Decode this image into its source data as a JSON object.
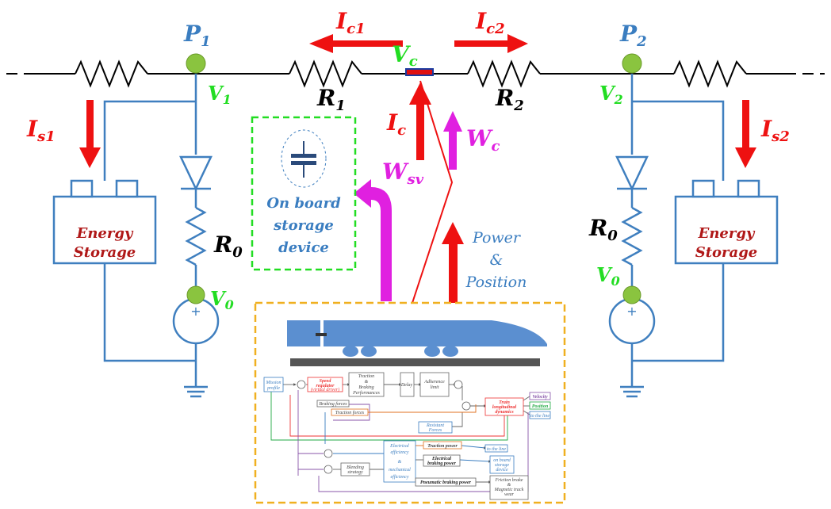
{
  "labels": {
    "p1": "P",
    "p1_sub": "1",
    "p2": "P",
    "p2_sub": "2",
    "v1": "V",
    "v1_sub": "1",
    "v2": "V",
    "v2_sub": "2",
    "vc": "V",
    "vc_sub": "c",
    "v0_left": "V",
    "v0_left_sub": "0",
    "v0_right": "V",
    "v0_right_sub": "0",
    "r1": "R",
    "r1_sub": "1",
    "r2": "R",
    "r2_sub": "2",
    "r0_left": "R",
    "r0_left_sub": "0",
    "r0_right": "R",
    "r0_right_sub": "0",
    "ic1": "I",
    "ic1_sub": "c1",
    "ic2": "I",
    "ic2_sub": "c2",
    "ic": "I",
    "ic_sub": "c",
    "is1": "I",
    "is1_sub": "s1",
    "is2": "I",
    "is2_sub": "s2",
    "wc": "W",
    "wc_sub": "c",
    "wsv": "W",
    "wsv_sub": "sv"
  },
  "energy_storage_left": [
    "Energy",
    "Storage"
  ],
  "energy_storage_right": [
    "Energy",
    "Storage"
  ],
  "onboard": [
    "On board",
    "storage",
    "device"
  ],
  "power_position": [
    "Power",
    "&",
    "Position"
  ],
  "block_diagram": {
    "mission_profile": [
      "Mission",
      "profile"
    ],
    "speed_regulator": [
      "Speed",
      "regulator",
      "(virtual driver)"
    ],
    "traction": [
      "Traction",
      "&",
      "Braking",
      "Performances"
    ],
    "delay": "Delay",
    "adherence": [
      "Adherence",
      "limit"
    ],
    "train_dynamics": [
      "Train",
      "longitudinal",
      "dynamics"
    ],
    "velocity": "Velocity",
    "position": "Position",
    "to_the_line_1": "to the line",
    "braking_forces": "Braking forces",
    "traction_forces": "Traction forces",
    "resistant_forces": [
      "Resistant",
      "Forces"
    ],
    "electrical_efficiency": [
      "Electrical",
      "efficiency",
      "&",
      "mechanical",
      "efficiency"
    ],
    "traction_power": "Traction power",
    "to_the_line_2": "to the line",
    "electrical_braking_power": [
      "Electrical",
      "braking power"
    ],
    "onboard_storage": [
      "on board",
      "storage",
      "device"
    ],
    "blending": [
      "Blending",
      "strategy"
    ],
    "pneumatic_braking_power": "Pneumatic braking power",
    "friction_brake": [
      "Friction brake",
      "&",
      "Magnetic track",
      "wear"
    ]
  },
  "colors": {
    "wire": "#000000",
    "circuit": "#3f7fbf",
    "node": "#8ac43f",
    "current_arrow": "#ee1111",
    "power_arrow": "#e020e0",
    "green_label": "#22dd22",
    "dark_red_text": "#b01818",
    "blue_text": "#3a7dc0",
    "orange_box": "#f0b020",
    "green_box": "#22dd22",
    "train": "#5b8fd0"
  }
}
